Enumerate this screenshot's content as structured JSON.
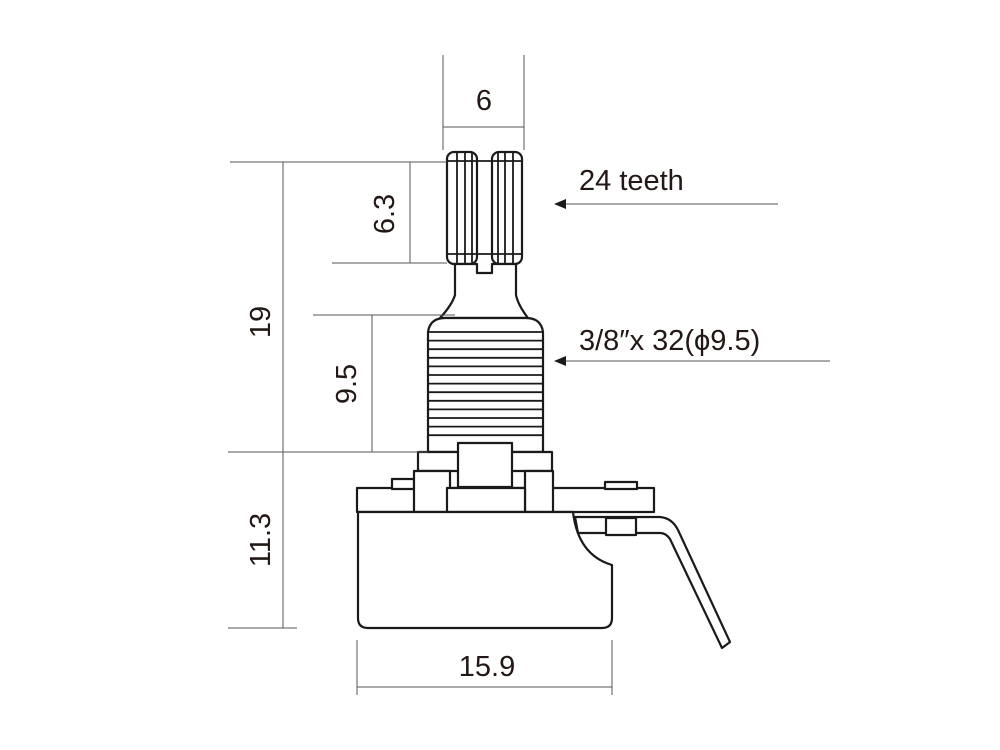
{
  "title": "Potentiometer dimension drawing",
  "dimensions": {
    "shaft_width": "6",
    "knurl_length": "6.3",
    "shaft_total": "19",
    "bushing_length": "9.5",
    "body_height": "11.3",
    "body_width": "15.9"
  },
  "callouts": {
    "teeth": "24 teeth",
    "thread": "3/8″x 32(ϕ9.5)"
  },
  "colors": {
    "line": "#1a1a1a",
    "dimension": "#555555",
    "text": "#231815"
  }
}
